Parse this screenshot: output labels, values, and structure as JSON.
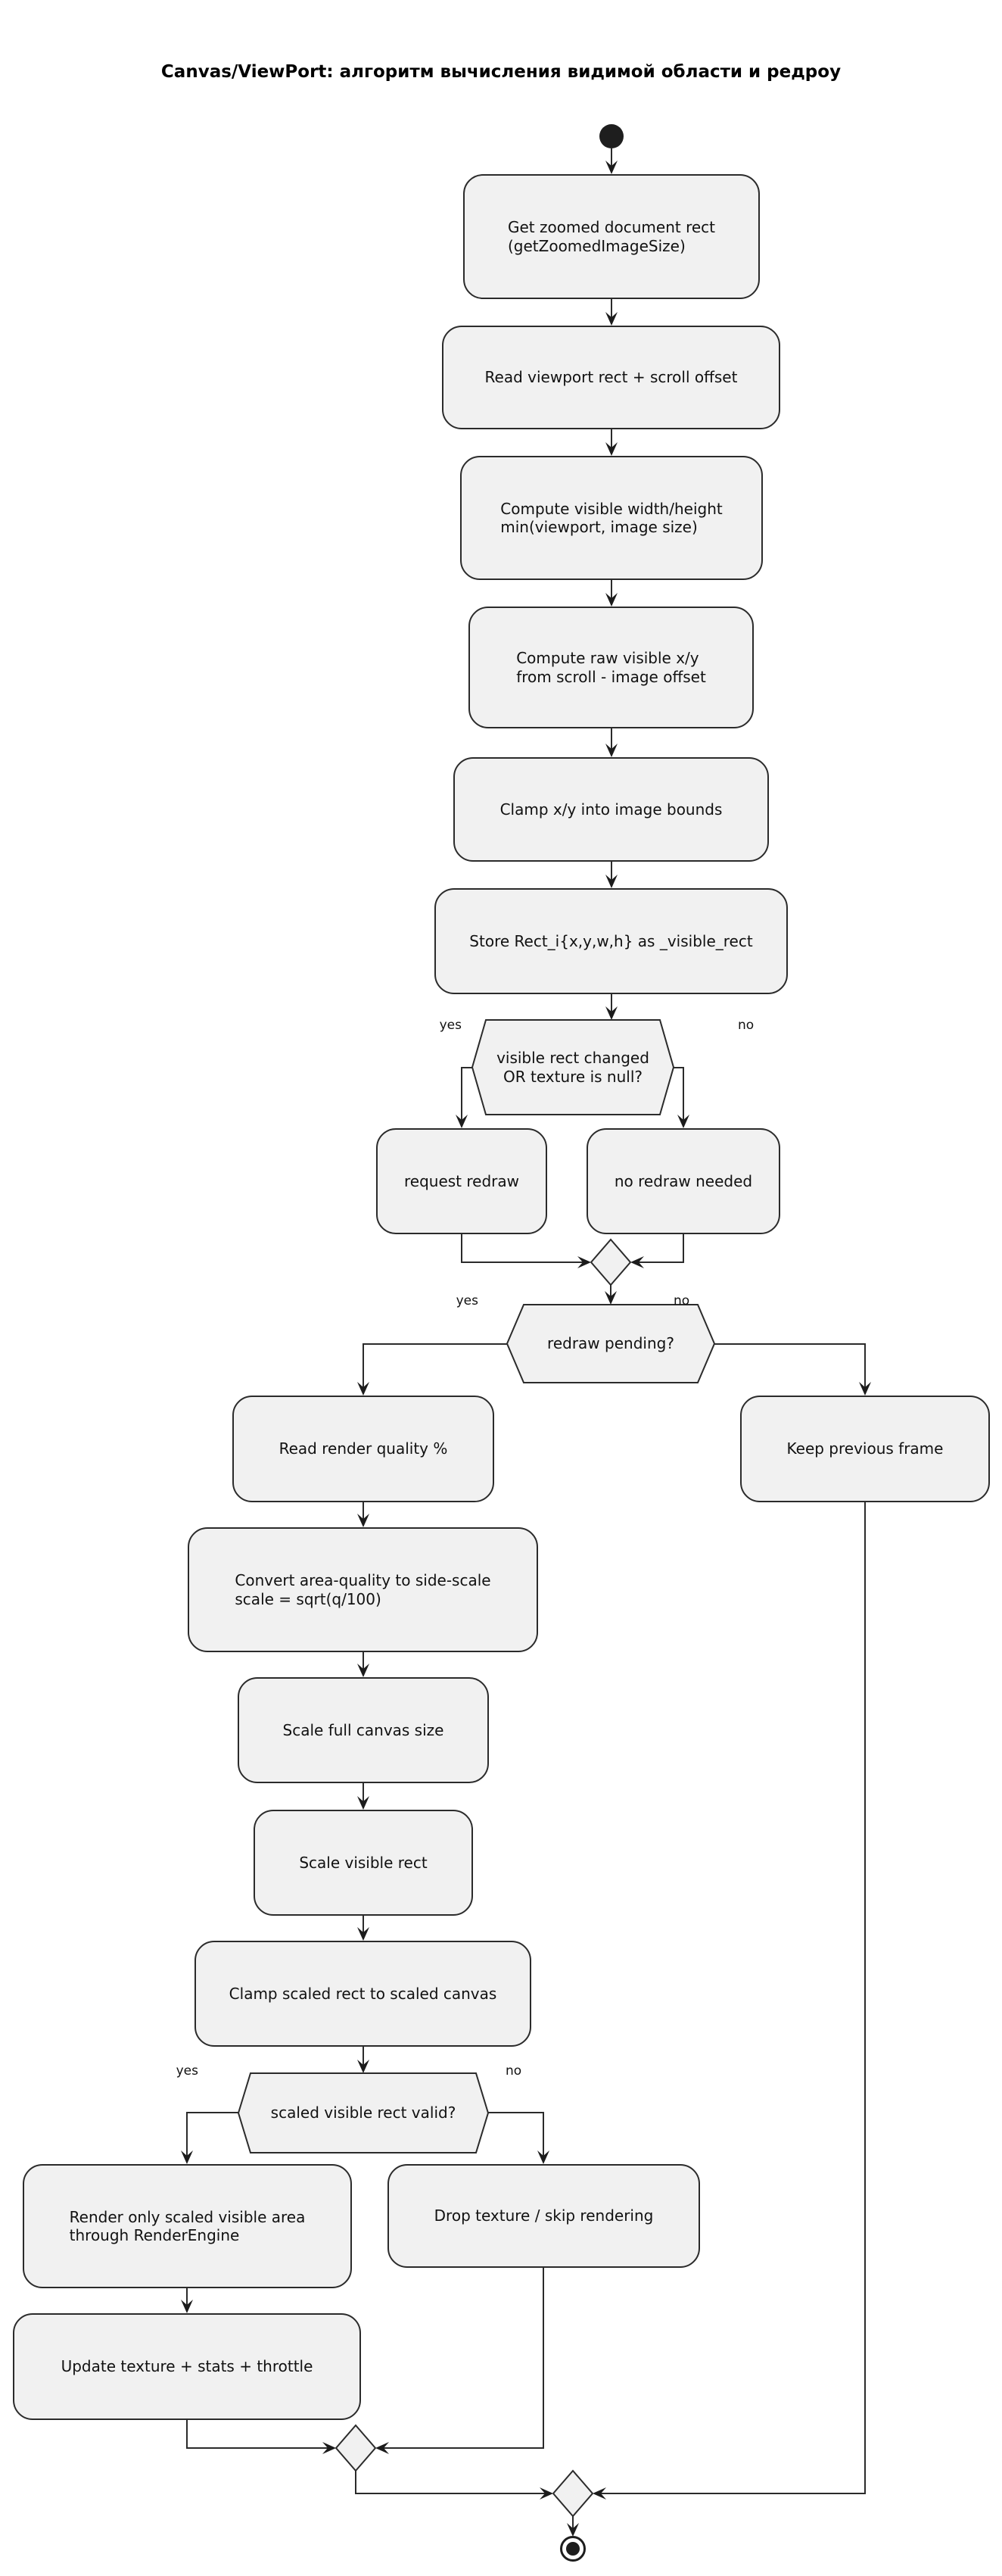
{
  "title": "Canvas/ViewPort: алгоритм вычисления видимой области и редроу",
  "nodes": {
    "get_zoomed_rect": "Get zoomed document rect\n(getZoomedImageSize)",
    "read_viewport": "Read viewport rect + scroll offset",
    "compute_visible_wh": "Compute visible width/height\nmin(viewport, image size)",
    "compute_raw_xy": "Compute raw visible x/y\nfrom scroll - image offset",
    "clamp_xy": "Clamp x/y into image bounds",
    "store_rect": "Store Rect_i{x,y,w,h} as _visible_rect",
    "request_redraw": "request redraw",
    "no_redraw": "no redraw needed",
    "read_quality": "Read render quality %",
    "convert_quality": "Convert area-quality to side-scale\nscale = sqrt(q/100)",
    "scale_canvas": "Scale full canvas size",
    "scale_visible": "Scale visible rect",
    "clamp_scaled": "Clamp scaled rect to scaled canvas",
    "render_visible": "Render only scaled visible area\nthrough RenderEngine",
    "drop_texture": "Drop texture / skip rendering",
    "update_texture": "Update texture + stats + throttle",
    "keep_frame": "Keep previous frame"
  },
  "decisions": {
    "rect_changed": "visible rect changed\nOR texture is null?",
    "redraw_pending": "redraw pending?",
    "scaled_valid": "scaled visible rect valid?"
  },
  "branch_labels": {
    "yes": "yes",
    "no": "no"
  },
  "colors": {
    "background": "#ffffff",
    "node_fill": "#f1f1f1",
    "stroke": "#2b2b2b",
    "text": "#111111"
  }
}
